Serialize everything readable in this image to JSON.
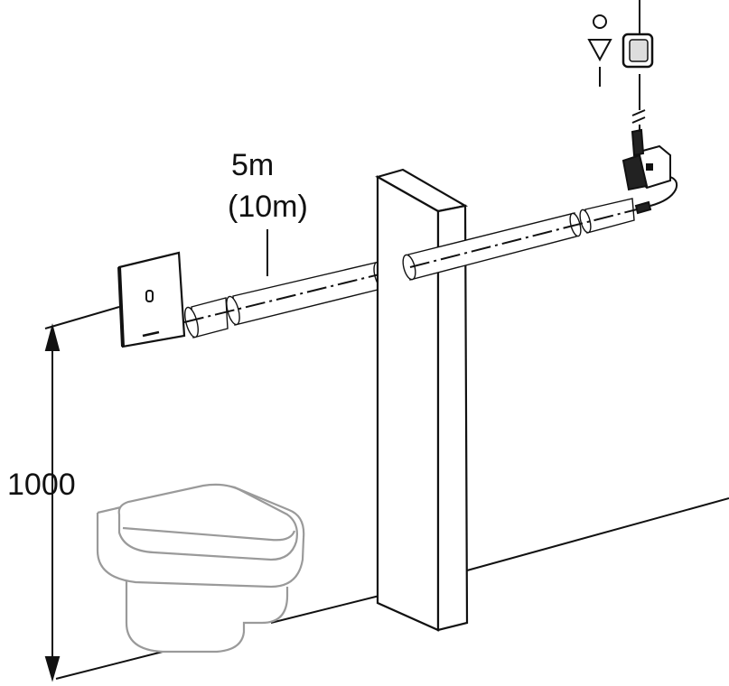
{
  "labels": {
    "length_primary": "5m",
    "length_alt": "(10m)",
    "height": "1000",
    "switch_on": "I",
    "switch_off": "O"
  },
  "colors": {
    "line": "#111111",
    "fixture_line": "#9a9a9a",
    "fill": "#ffffff",
    "dark_fill": "#222222"
  },
  "icons": {
    "flush_plate": "sensor-flush-plate-icon",
    "switch": "wall-switch-icon",
    "power_unit": "power-supply-unit-icon",
    "toilet": "wall-hung-toilet-icon",
    "symbol": "triangle-flush-symbol-icon"
  }
}
